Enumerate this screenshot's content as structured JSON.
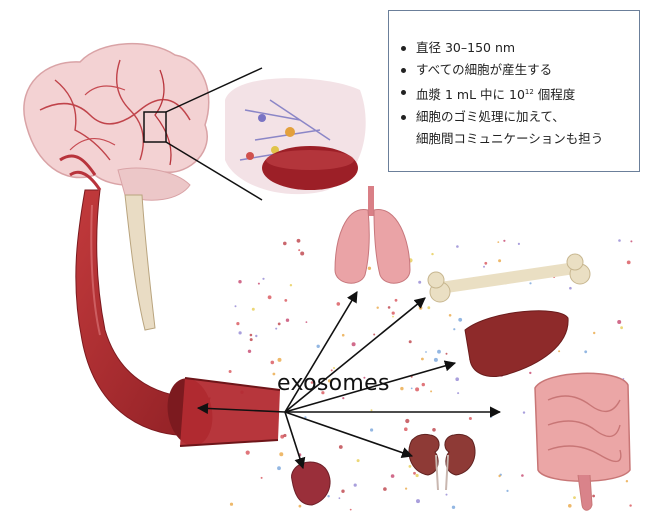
{
  "info": {
    "items": [
      {
        "text": "直径  30–150 nm"
      },
      {
        "text": "すべての細胞が産生する"
      },
      {
        "pre": "血漿  1 mL  中に  10",
        "sup": "12",
        "post": " 個程度"
      },
      {
        "text": "細胞のゴミ処理に加えて、",
        "cont": "細胞間コミュニケーションも担う"
      }
    ]
  },
  "center_label": "exosomes",
  "icons": [
    "brain",
    "spinal-cord",
    "neuron-zoom",
    "blood-vessel",
    "lungs",
    "bone",
    "liver",
    "intestine",
    "kidneys",
    "spleen"
  ],
  "colors": {
    "vessel": "#a82a2e",
    "arrow": "#111111",
    "box_border": "#6b7f9a"
  }
}
